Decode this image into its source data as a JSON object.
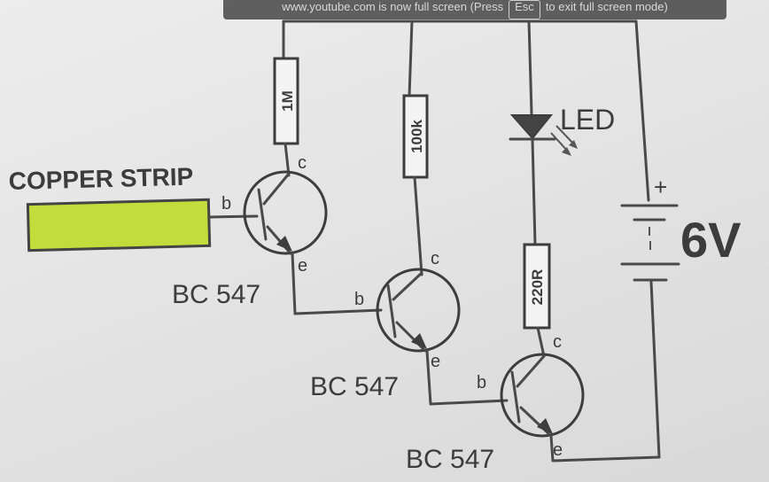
{
  "overlay": {
    "text_before": "www.youtube.com is now full screen (Press",
    "key": "Esc",
    "text_after": "to exit full screen mode)"
  },
  "labels": {
    "copper_strip": "COPPER STRIP",
    "led": "LED",
    "voltage": "6V",
    "battery_plus": "+",
    "r1": "1M",
    "r2": "100k",
    "r3": "220R",
    "q1": "BC 547",
    "q2": "BC 547",
    "q3": "BC 547",
    "pin_b": "b",
    "pin_c": "c",
    "pin_e": "e"
  },
  "colors": {
    "copper_strip_fill": "#c2dc3c",
    "ink": "#3c3c3c"
  }
}
